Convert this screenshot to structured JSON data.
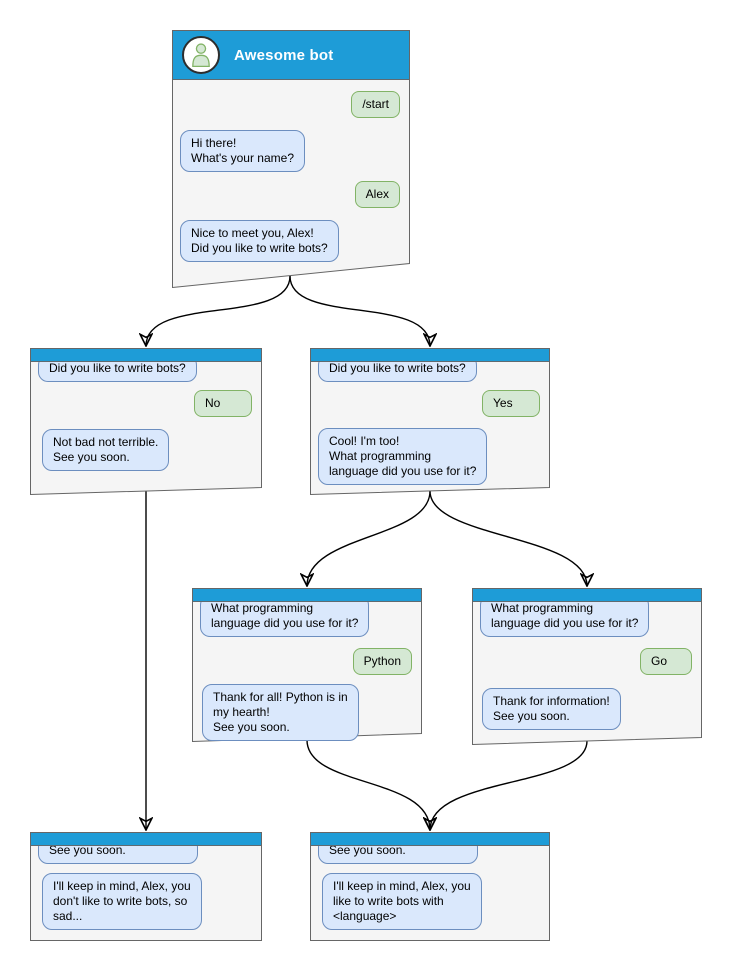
{
  "diagram_type": "chat-bot-flow",
  "colors": {
    "header_blue": "#1E9CD7",
    "window_fill": "#F5F5F5",
    "window_border": "#666666",
    "bot_bubble_fill": "#DAE8FC",
    "bot_bubble_border": "#6C8EBF",
    "user_bubble_fill": "#D5E8D4",
    "user_bubble_border": "#82B366",
    "title_text": "#FFFFFF",
    "message_text": "#000000",
    "arrow": "#000000",
    "avatar_fill": "#FFFFFF",
    "avatar_border": "#2D2D2D"
  },
  "windows": [
    {
      "id": "start",
      "title": "Awesome bot",
      "messages": [
        {
          "from": "user",
          "text": "/start"
        },
        {
          "from": "bot",
          "text": "Hi there!\nWhat's your name?"
        },
        {
          "from": "user",
          "text": "Alex"
        },
        {
          "from": "bot",
          "text": "Nice to meet you, Alex!\nDid you like to write bots?"
        }
      ]
    },
    {
      "id": "branch-no",
      "messages": [
        {
          "from": "bot",
          "text": "Did you like to write bots?"
        },
        {
          "from": "user",
          "text": "No"
        },
        {
          "from": "bot",
          "text": "Not bad not terrible.\nSee you soon."
        }
      ]
    },
    {
      "id": "branch-yes",
      "messages": [
        {
          "from": "bot",
          "text": "Did you like to write bots?"
        },
        {
          "from": "user",
          "text": "Yes"
        },
        {
          "from": "bot",
          "text": "Cool! I'm too!\nWhat programming\nlanguage did you use for it?"
        }
      ]
    },
    {
      "id": "python",
      "messages": [
        {
          "from": "bot",
          "text": "What programming\nlanguage did you use for it?"
        },
        {
          "from": "user",
          "text": "Python"
        },
        {
          "from": "bot",
          "text": "Thank for all! Python is in\nmy hearth!\nSee you soon."
        }
      ]
    },
    {
      "id": "go",
      "messages": [
        {
          "from": "bot",
          "text": "What programming\nlanguage did you use for it?"
        },
        {
          "from": "user",
          "text": "Go"
        },
        {
          "from": "bot",
          "text": "Thank for information!\nSee you soon."
        }
      ]
    },
    {
      "id": "end-no",
      "messages": [
        {
          "from": "bot",
          "text": "See you soon."
        },
        {
          "from": "bot",
          "text": "I'll keep in mind, Alex, you\ndon't like to write bots, so\nsad..."
        }
      ]
    },
    {
      "id": "end-language",
      "messages": [
        {
          "from": "bot",
          "text": "See you soon."
        },
        {
          "from": "bot",
          "text": "I'll keep in mind, Alex, you\nlike to write bots with\n<language>"
        }
      ]
    }
  ],
  "edges": [
    {
      "from": "start",
      "to": "branch-no"
    },
    {
      "from": "start",
      "to": "branch-yes"
    },
    {
      "from": "branch-no",
      "to": "end-no"
    },
    {
      "from": "branch-yes",
      "to": "python"
    },
    {
      "from": "branch-yes",
      "to": "go"
    },
    {
      "from": "python",
      "to": "end-language"
    },
    {
      "from": "go",
      "to": "end-language"
    }
  ]
}
